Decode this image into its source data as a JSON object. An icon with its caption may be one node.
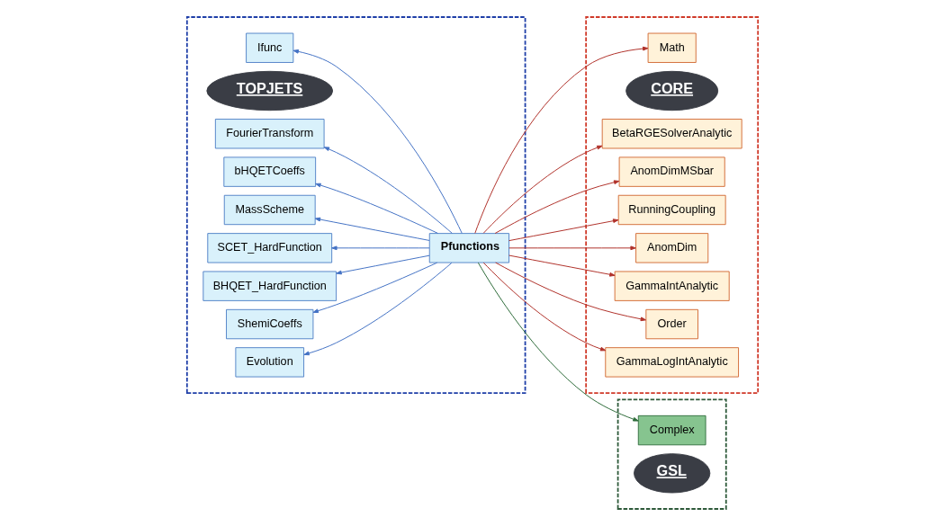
{
  "diagram": {
    "nodes": [
      {
        "text": [],
        "shape": "box"
      },
      {
        "text": [
          "Ifunc"
        ],
        "in": 0
      },
      {
        "text": [
          "FourierTransform"
        ],
        "in": 0
      },
      {
        "text": [
          "bHQETCoeffs"
        ],
        "in": 0
      },
      {
        "text": [
          "MassScheme"
        ],
        "in": 0
      },
      {
        "text": [
          "SCET_HardFunction"
        ],
        "in": 0
      },
      {
        "text": [
          "Pfunctions"
        ],
        "in": 0
      },
      {
        "text": [
          "BHQET_HardFunction"
        ],
        "in": 0
      },
      {
        "text": [
          "TOPJETS"
        ],
        "in": 0
      },
      {
        "text": [
          "ShemiCoeffs"
        ],
        "in": 0
      },
      {
        "text": [
          "Evolution"
        ],
        "in": 0
      },
      {
        "text": [],
        "shape": "box"
      },
      {
        "text": [
          "Math"
        ],
        "in": 11
      },
      {
        "text": [
          "BetaRGESolverAnalytic"
        ],
        "in": 11
      },
      {
        "text": [
          "AnomDimMSbar"
        ],
        "in": 11
      },
      {
        "text": [
          "RunningCoupling"
        ],
        "in": 11
      },
      {
        "text": [
          "CORE"
        ],
        "in": 11
      },
      {
        "text": [
          "AnomDim"
        ],
        "in": 11
      },
      {
        "text": [
          "GammaIntAnalytic"
        ],
        "in": 11
      },
      {
        "text": [
          "Order"
        ],
        "in": 11
      },
      {
        "text": [
          "GammaLogIntAnalytic"
        ],
        "in": 11
      },
      {
        "text": [],
        "shape": "box"
      },
      {
        "text": [
          "Complex"
        ],
        "in": 21
      },
      {
        "text": [
          "GSL"
        ],
        "in": 21
      }
    ],
    "edges": [
      {
        "from": 6,
        "to": 1,
        "arrow": "to",
        "color": "#4472c4"
      },
      {
        "from": 6,
        "to": 2,
        "arrow": "to",
        "color": "#4472c4"
      },
      {
        "from": 6,
        "to": 3,
        "arrow": "to",
        "color": "#4472c4"
      },
      {
        "from": 6,
        "to": 4,
        "arrow": "to",
        "color": "#4472c4"
      },
      {
        "from": 6,
        "to": 5,
        "arrow": "to",
        "color": "#4472c4"
      },
      {
        "from": 6,
        "to": 7,
        "arrow": "to",
        "color": "#4472c4"
      },
      {
        "from": 6,
        "to": 9,
        "arrow": "to",
        "color": "#4472c4"
      },
      {
        "from": 6,
        "to": 10,
        "arrow": "to",
        "color": "#4472c4"
      },
      {
        "from": 6,
        "to": 12,
        "arrow": "to",
        "color": "#b0322a"
      },
      {
        "from": 6,
        "to": 13,
        "arrow": "to",
        "color": "#b0322a"
      },
      {
        "from": 6,
        "to": 14,
        "arrow": "to",
        "color": "#b0322a"
      },
      {
        "from": 6,
        "to": 15,
        "arrow": "to",
        "color": "#b0322a"
      },
      {
        "from": 6,
        "to": 17,
        "arrow": "to",
        "color": "#b0322a"
      },
      {
        "from": 6,
        "to": 18,
        "arrow": "to",
        "color": "#b0322a"
      },
      {
        "from": 6,
        "to": 19,
        "arrow": "to",
        "color": "#b0322a"
      },
      {
        "from": 6,
        "to": 20,
        "arrow": "to",
        "color": "#b0322a"
      },
      {
        "from": 6,
        "to": 22,
        "arrow": "to",
        "color": "#2e6b3a"
      }
    ]
  }
}
